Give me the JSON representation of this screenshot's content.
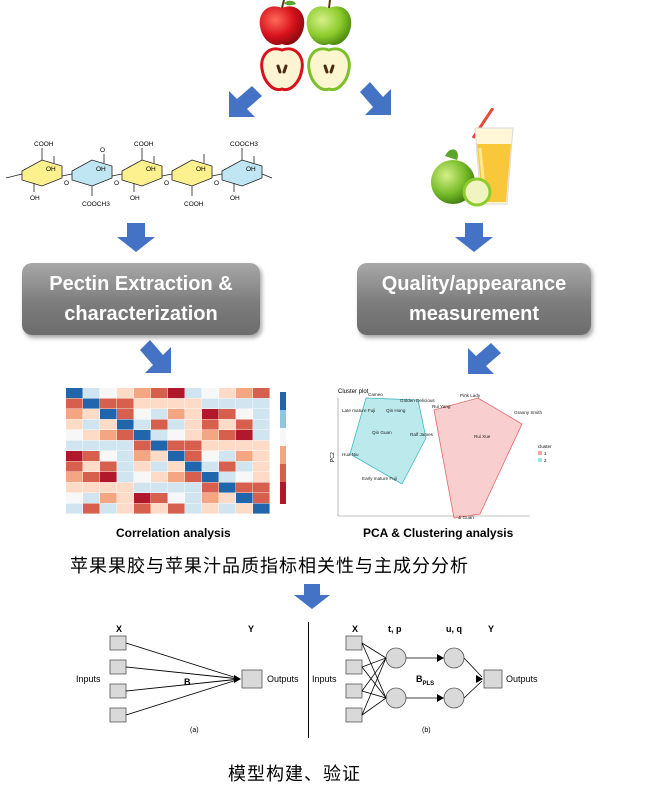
{
  "boxes": {
    "pectin_line1": "Pectin Extraction &",
    "pectin_line2": "characterization",
    "quality_line1": "Quality/appearance",
    "quality_line2": "measurement"
  },
  "pectin_formula": {
    "labels": [
      "COOH",
      "COOH",
      "COOCH3",
      "OH",
      "OH",
      "OH",
      "OH",
      "OH",
      "OH",
      "OH",
      "OH",
      "O",
      "O",
      "O",
      "O",
      "O",
      "COOCH3",
      "COOH"
    ]
  },
  "panels": {
    "correlation_caption": "Correlation analysis",
    "pca_caption": "PCA & Clustering analysis"
  },
  "pca_plot": {
    "title": "Cluster plot",
    "ylabel": "PC2",
    "legend_title": "cluster",
    "legend_items": [
      "1",
      "2"
    ],
    "points": [
      "Cameo",
      "Golden Delicious",
      "Late mature Fuji",
      "Qin Hong",
      "Qin Guan",
      "Ralf James",
      "Hua Niu",
      "Early mature Fuji",
      "Rui Yang",
      "Pink Lady",
      "Granny Smith",
      "Rui Xue",
      "Ji Guan"
    ]
  },
  "heading_cn_1": "苹果果胶与苹果汁品质指标相关性与主成分分析",
  "heading_cn_2": "模型构建、验证",
  "model_a": {
    "x_label": "X",
    "y_label": "Y",
    "inputs_label": "Inputs",
    "outputs_label": "Outputs",
    "b_label": "B",
    "panel_label": "(a)"
  },
  "model_b": {
    "x_label": "X",
    "tp_label": "t, p",
    "uq_label": "u, q",
    "y_label": "Y",
    "inputs_label": "Inputs",
    "outputs_label": "Outputs",
    "b_label": "B",
    "b_sub": "PLS",
    "panel_label": "(b)"
  },
  "colors": {
    "arrow_blue": "#4472c4",
    "box_gray": "#8a8a8a",
    "heat_red": "#b2182b",
    "heat_blue": "#2166ac",
    "cluster1": "#f4a6a6",
    "cluster2": "#9fe0e3"
  }
}
